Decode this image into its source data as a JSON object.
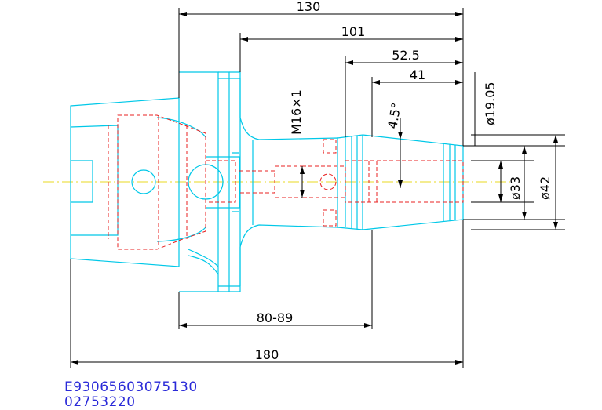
{
  "dimensions": {
    "overall_length": "130",
    "flange_to_tip": "101",
    "taper_length": "52.5",
    "nose_length": "41",
    "clamping_range": "80-89",
    "total_length": "180",
    "thread": "M16×1",
    "taper_angle": "4.5°",
    "tip_diameter": "ø19.05",
    "collar_diameter": "ø33",
    "body_diameter": "ø42"
  },
  "part_codes": {
    "line1": "E93065603075130",
    "line2": "02753220"
  },
  "colors": {
    "outline": "#00c8e8",
    "hidden": "#e82020",
    "centerline": "#e8d820",
    "dimension": "#000000",
    "code_text": "#2a2ad8"
  }
}
